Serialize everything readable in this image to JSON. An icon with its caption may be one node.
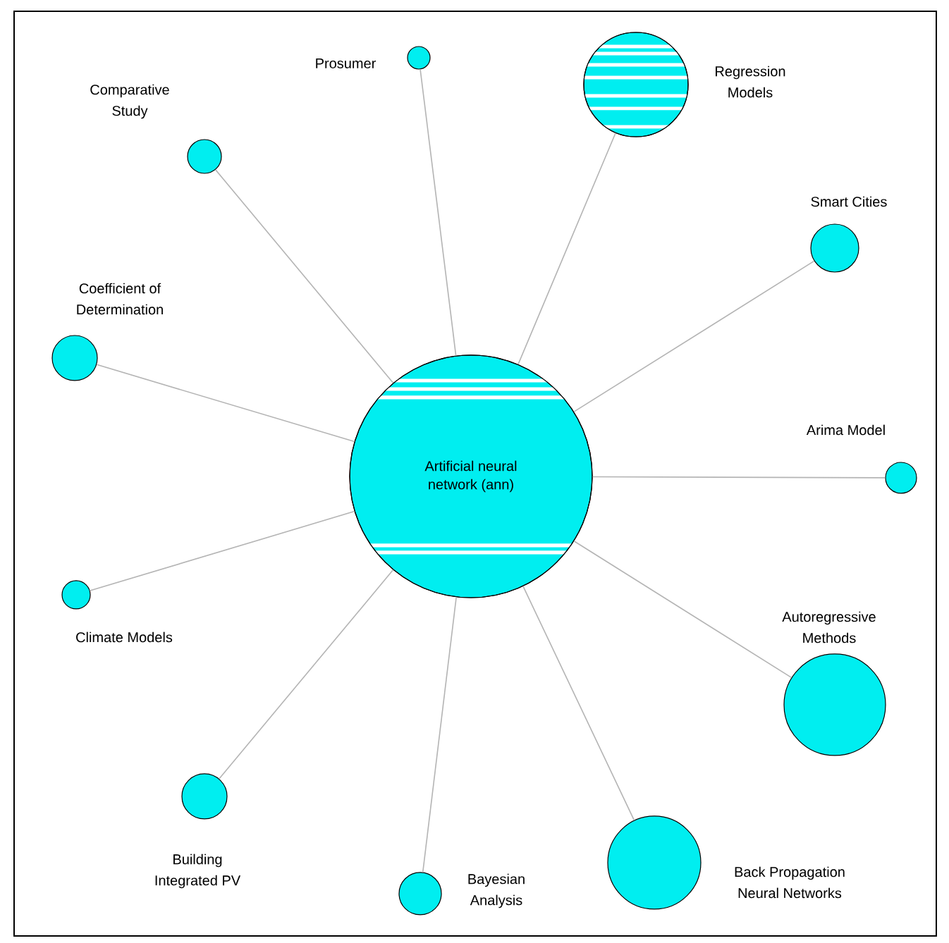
{
  "diagram": {
    "nodes": [
      {
        "text": [
          "Artificial neural network (ann)"
        ]
      },
      {
        "text": [],
        "shape": "circle",
        "beside": [
          "Prosumer"
        ]
      },
      {
        "text": [],
        "shape": "circle",
        "beside": [
          "Regression Models"
        ]
      },
      {
        "text": [],
        "shape": "circle",
        "beside": [
          "Comparative Study"
        ]
      },
      {
        "text": [],
        "shape": "circle",
        "beside": [
          "Smart Cities"
        ]
      },
      {
        "text": [],
        "shape": "circle",
        "beside": [
          "Coefficient of Determination"
        ]
      },
      {
        "text": [],
        "shape": "circle",
        "beside": [
          "Arima Model"
        ]
      },
      {
        "text": [],
        "shape": "circle",
        "beside": [
          "Autoregressive Methods"
        ]
      },
      {
        "text": [],
        "shape": "circle",
        "beside": [
          "Climate Models"
        ]
      },
      {
        "text": [],
        "shape": "circle",
        "beside": [
          "Building Integrated PV"
        ]
      },
      {
        "text": [],
        "shape": "circle",
        "beside": [
          "Bayesian Analysis"
        ]
      },
      {
        "text": [],
        "shape": "circle",
        "beside": [
          "Back Propagation Neural Networks"
        ]
      }
    ],
    "edges": [
      {
        "from": 0,
        "to": 1,
        "arrow": "none"
      },
      {
        "from": 0,
        "to": 2,
        "arrow": "none"
      },
      {
        "from": 0,
        "to": 3,
        "arrow": "none"
      },
      {
        "from": 0,
        "to": 4,
        "arrow": "none"
      },
      {
        "from": 0,
        "to": 5,
        "arrow": "none"
      },
      {
        "from": 0,
        "to": 6,
        "arrow": "none"
      },
      {
        "from": 0,
        "to": 7,
        "arrow": "none"
      },
      {
        "from": 0,
        "to": 8,
        "arrow": "none"
      },
      {
        "from": 0,
        "to": 9,
        "arrow": "none"
      },
      {
        "from": 0,
        "to": 10,
        "arrow": "none"
      },
      {
        "from": 0,
        "to": 11,
        "arrow": "none"
      }
    ]
  }
}
